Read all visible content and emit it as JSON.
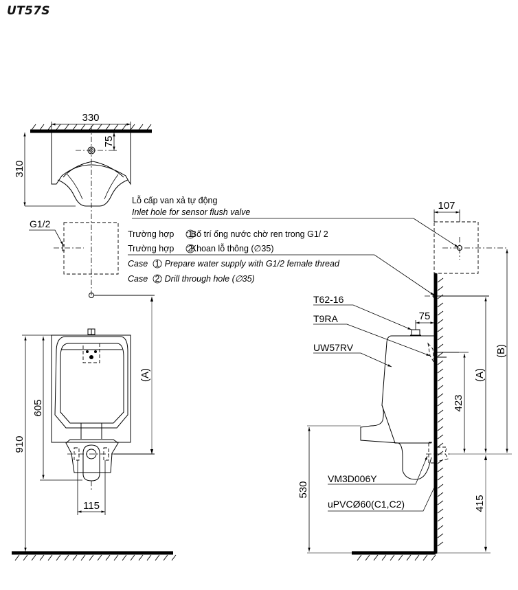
{
  "title": "UT57S",
  "top_view": {
    "width_dim": "330",
    "depth_dim": "310",
    "inlet_offset_dim": "75"
  },
  "front_view": {
    "fitting_label": "G1/2",
    "height_dim": "605",
    "total_height_dim": "910",
    "outlet_spacing_dim": "115",
    "a_dim": "(A)"
  },
  "notes": {
    "inlet_vn": "Lỗ cấp van xả tự động",
    "inlet_en": "Inlet hole for sensor flush valve",
    "case1_vn_prefix": "Trường hợp ",
    "case1_vn_text": ": Bố trí ống nước chờ ren trong G1/ 2",
    "case2_vn_prefix": "Trường hợp ",
    "case2_vn_text": ": Khoan lỗ thông (∅35)",
    "case1_en_prefix": "Case ",
    "case1_en_text": ": Prepare water supply with G1/2 female thread",
    "case2_en_prefix": "Case ",
    "case2_en_text": " : Drill through hole (∅35)",
    "circle1": "1",
    "circle2": "2"
  },
  "side_view": {
    "offset_dim": "107",
    "part_t62": "T62-16",
    "part_t9ra": "T9RA",
    "part_uw57rv": "UW57RV",
    "part_vm3d006y": "VM3D006Y",
    "part_upvc": "uPVCØ60(C1,C2)",
    "spud_dim": "75",
    "bracket_dim": "423",
    "a_dim": "(A)",
    "b_dim": "(B)",
    "rim_height_dim": "530",
    "outlet_height_dim": "415"
  }
}
